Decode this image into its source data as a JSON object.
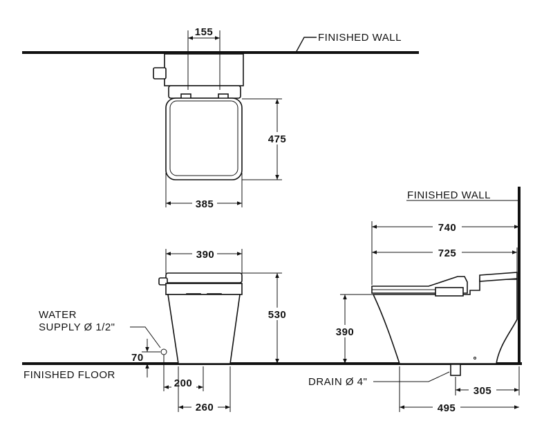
{
  "labels": {
    "finished_wall_top": "FINISHED  WALL",
    "finished_wall_right": "FINISHED  WALL",
    "finished_floor": "FINISHED  FLOOR",
    "water_supply_line1": "WATER",
    "water_supply_line2": "SUPPLY Ø 1/2\"",
    "drain": "DRAIN Ø 4\""
  },
  "dimensions": {
    "top_155": "155",
    "top_475": "475",
    "top_385": "385",
    "front_390": "390",
    "front_530": "530",
    "front_70": "70",
    "front_200": "200",
    "front_260": "260",
    "side_740": "740",
    "side_725": "725",
    "side_390": "390",
    "side_305": "305",
    "side_495": "495"
  }
}
